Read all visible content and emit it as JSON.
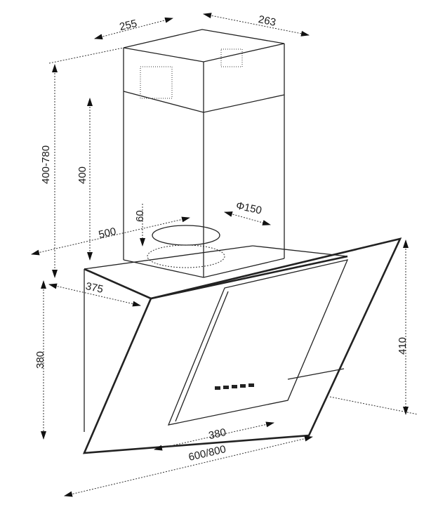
{
  "title": "Cooker hood dimension drawing",
  "dimensions": {
    "chimney_width": "255",
    "chimney_depth": "263",
    "chimney_height_range": "400-780",
    "chimney_height": "400",
    "outlet_offset": "60",
    "outlet_diameter": "Φ150",
    "depth_total": "500",
    "body_depth": "375",
    "body_height": "380",
    "glass_height": "410",
    "control_width": "380",
    "overall_width": "600/800"
  },
  "colors": {
    "line": "#222222",
    "background": "#ffffff"
  }
}
